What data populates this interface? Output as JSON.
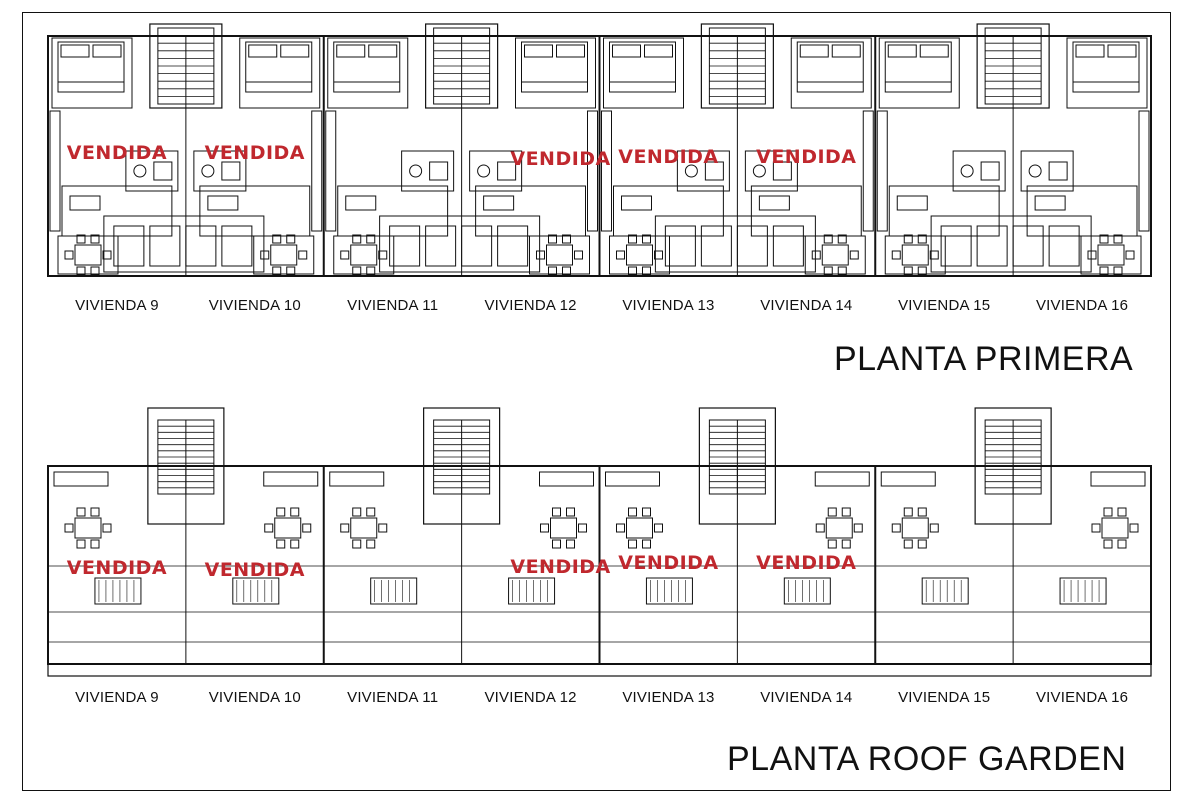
{
  "colors": {
    "line": "#111111",
    "sold": "#c0282e",
    "background": "#ffffff"
  },
  "first_floor": {
    "title": "PLANTA PRIMERA",
    "units": [
      {
        "label": "VIVIENDA 9",
        "sold": true
      },
      {
        "label": "VIVIENDA 10",
        "sold": true
      },
      {
        "label": "VIVIENDA 11",
        "sold": false
      },
      {
        "label": "VIVIENDA 12",
        "sold": true
      },
      {
        "label": "VIVIENDA 13",
        "sold": true
      },
      {
        "label": "VIVIENDA 14",
        "sold": true
      },
      {
        "label": "VIVIENDA 15",
        "sold": false
      },
      {
        "label": "VIVIENDA 16",
        "sold": false
      }
    ]
  },
  "roof_garden": {
    "title": "PLANTA ROOF GARDEN",
    "units": [
      {
        "label": "VIVIENDA 9",
        "sold": true
      },
      {
        "label": "VIVIENDA 10",
        "sold": true
      },
      {
        "label": "VIVIENDA 11",
        "sold": false
      },
      {
        "label": "VIVIENDA 12",
        "sold": true
      },
      {
        "label": "VIVIENDA 13",
        "sold": true
      },
      {
        "label": "VIVIENDA 14",
        "sold": true
      },
      {
        "label": "VIVIENDA 15",
        "sold": false
      },
      {
        "label": "VIVIENDA 16",
        "sold": false
      }
    ]
  },
  "sold_label": "VENDIDA"
}
